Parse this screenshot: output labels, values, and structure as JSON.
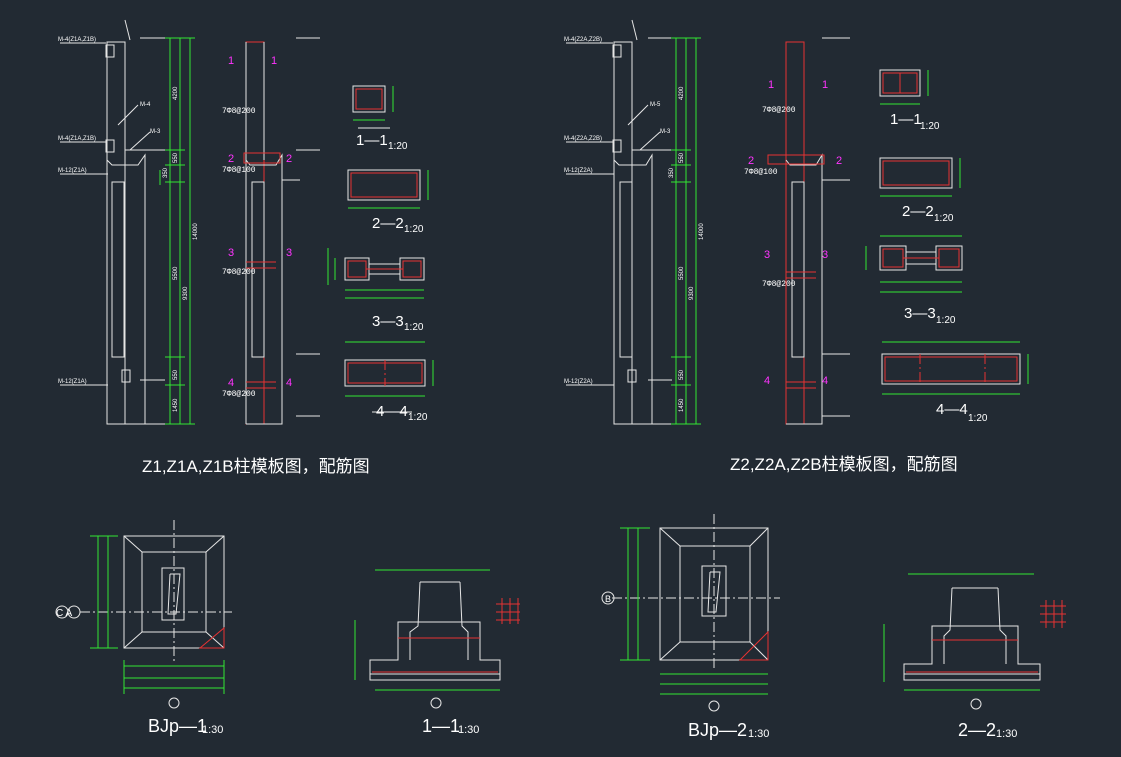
{
  "drawings": {
    "upper_left": {
      "title": "Z1,Z1A,Z1B柱模板图，配筋图",
      "elev_labels": [
        "M-4(Z1A,Z1B)",
        "M-4",
        "M-4(Z1A,Z1B)",
        "M-3",
        "M-12(Z1A)",
        "M-12(Z1A)"
      ],
      "sections": [
        {
          "label": "1—1",
          "scale": "1:20"
        },
        {
          "label": "2—2",
          "scale": "1:20"
        },
        {
          "label": "3—3",
          "scale": "1:20"
        },
        {
          "label": "4—4",
          "scale": "1:20"
        }
      ],
      "cut_marks": [
        "1",
        "1",
        "2",
        "2",
        "3",
        "3",
        "4",
        "4"
      ],
      "rebar_notes": [
        "7Φ8@200",
        "7Φ8@100",
        "7Φ8@200",
        "7Φ8@200"
      ],
      "dims": [
        "4200",
        "550",
        "550",
        "9300",
        "14000",
        "5500",
        "350",
        "1450"
      ]
    },
    "upper_right": {
      "title": "Z2,Z2A,Z2B柱模板图，配筋图",
      "elev_labels": [
        "M-4(Z2A,Z2B)",
        "M-5",
        "M-4(Z2A,Z2B)",
        "M-3",
        "M-12(Z2A)",
        "M-12(Z2A)"
      ],
      "sections": [
        {
          "label": "1—1",
          "scale": "1:20"
        },
        {
          "label": "2—2",
          "scale": "1:20"
        },
        {
          "label": "3—3",
          "scale": "1:20"
        },
        {
          "label": "4—4",
          "scale": "1:20"
        }
      ],
      "cut_marks": [
        "1",
        "1",
        "2",
        "2",
        "3",
        "3",
        "4",
        "4"
      ],
      "rebar_notes": [
        "7Φ8@200",
        "7Φ8@100",
        "7Φ8@200"
      ],
      "dims": [
        "4200",
        "550",
        "550",
        "9300",
        "14000",
        "5500",
        "350",
        "1450"
      ]
    },
    "lower": [
      {
        "label": "BJp—1",
        "scale": "1:30",
        "axis_tag": "C A"
      },
      {
        "label": "1—1",
        "scale": "1:30"
      },
      {
        "label": "BJp—2",
        "scale": "1:30",
        "axis_tag": "B"
      },
      {
        "label": "2—2",
        "scale": "1:30"
      }
    ]
  },
  "colors": {
    "background": "#222a33",
    "lines": "#e6e6e6",
    "dims": "#33e633",
    "rebar": "#e63333",
    "cut_marks": "#ff33ff"
  }
}
